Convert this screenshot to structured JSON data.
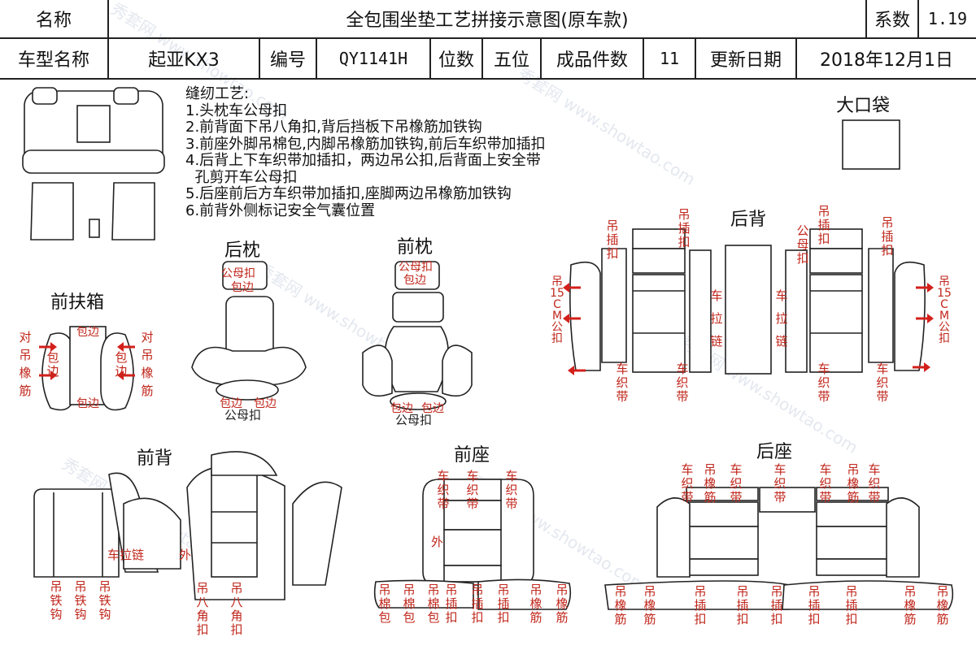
{
  "header": {
    "name_label": "名称",
    "title": "全包围坐垫工艺拼接示意图(原车款)",
    "coef_label": "系数",
    "coef_value": "1.19",
    "model_label": "车型名称",
    "model_value": "起亚KX3",
    "code_label": "编号",
    "code_value": "QY1141H",
    "seats_label": "位数",
    "seats_value": "五位",
    "pieces_label": "成品件数",
    "pieces_value": "11",
    "date_label": "更新日期",
    "date_value": "2018年12月1日"
  },
  "instructions": {
    "title": "缝纫工艺:",
    "lines": [
      "1.头枕车公母扣",
      "2.前背面下吊八角扣,背后挡板下吊橡筋加铁钩",
      "3.前座外脚吊棉包,内脚吊橡筋加铁钩,前后车织带加插扣",
      "4.后背上下车织带加插扣，两边吊公扣,后背面上安全带",
      "  孔剪开车公母扣",
      "5.后座前后方车织带加插扣,座脚两边吊橡筋加铁钩",
      "6.前背外侧标记安全气囊位置"
    ]
  },
  "sections": {
    "big_bag": "大口袋",
    "rear_back": "后背",
    "rear_headrest": "后枕",
    "front_headrest": "前枕",
    "front_armrest": "前扶箱",
    "front_back": "前背",
    "front_seat": "前座",
    "rear_seat": "后座"
  },
  "annotations": {
    "hanging_buckle": "吊插扣",
    "male_buckle": "公母扣",
    "hang_15cm": "吊15CM公扣",
    "zipper": "车拉链",
    "webbing": "车织带",
    "hem": "包边",
    "double_elastic": "对吊橡筋",
    "iron_hook": "吊铁钩",
    "octagon": "吊八角扣",
    "cotton": "吊棉包",
    "elastic": "吊橡筋",
    "outer": "外",
    "zipper_h": "车拉链",
    "male_buckle_short": "公母扣",
    "male_female": "公母扣",
    "pad_hem": "包边"
  },
  "watermark": "秀套网 www.showtao.com"
}
